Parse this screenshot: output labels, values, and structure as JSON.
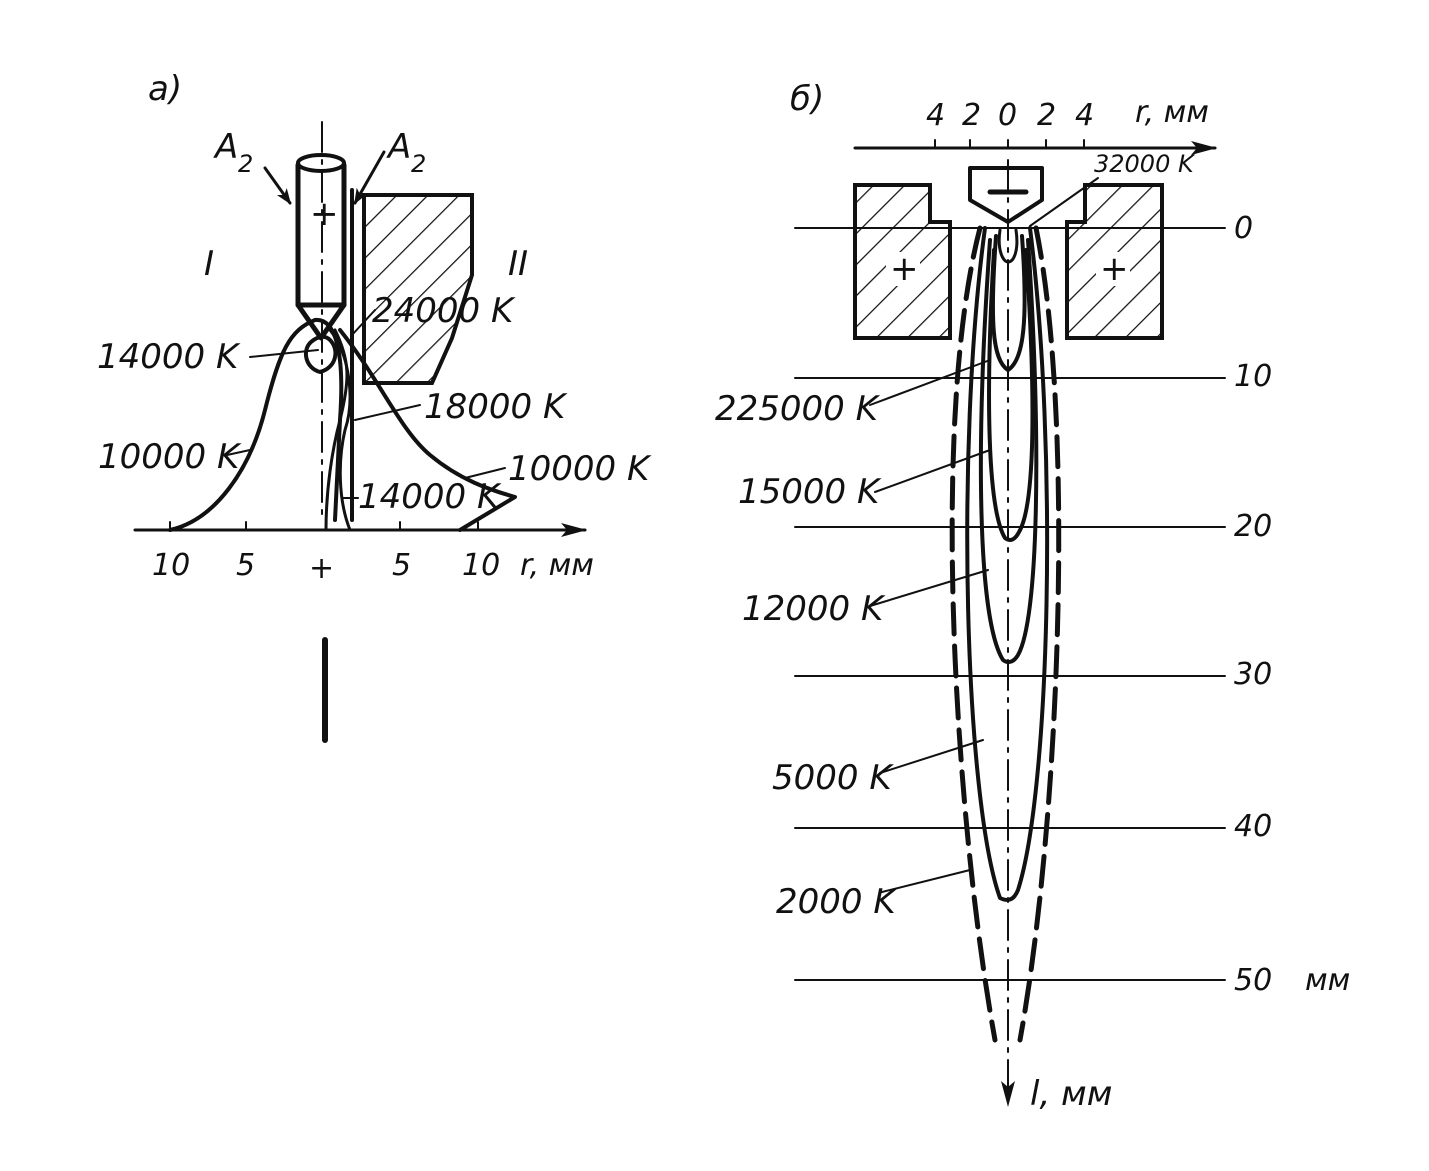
{
  "panel_a": {
    "label": "а)",
    "arrow_label_left": "A",
    "arrow_label_right": "A",
    "arrow_subscript": "2",
    "region_left": "I",
    "region_right": "II",
    "electrode_sign": "+",
    "axis_sign": "+",
    "axis_label": "r, мм",
    "ticks": [
      "10",
      "5",
      "5",
      "10"
    ],
    "isotherms": {
      "t24000": "24000 K",
      "t14000_top": "14000 K",
      "t18000": "18000 K",
      "t10000_left": "10000 K",
      "t10000_right": "10000 K",
      "t14000_bottom": "14000 K"
    }
  },
  "panel_b": {
    "label": "б)",
    "axis_label": "r, мм",
    "ticks": [
      "4",
      "2",
      "0",
      "2",
      "4"
    ],
    "cathode_sign": "−",
    "anode_sign": "+",
    "cathode_temp": "32000 K",
    "depth_labels": [
      "0",
      "10",
      "20",
      "30",
      "40",
      "50"
    ],
    "depth_unit": "мм",
    "vertical_axis_label": "l, мм",
    "isotherms": [
      "225000 K",
      "15000 K",
      "12000 K",
      "5000 K",
      "2000 K"
    ]
  },
  "colors": {
    "ink": "#111111",
    "paper": "#ffffff"
  }
}
